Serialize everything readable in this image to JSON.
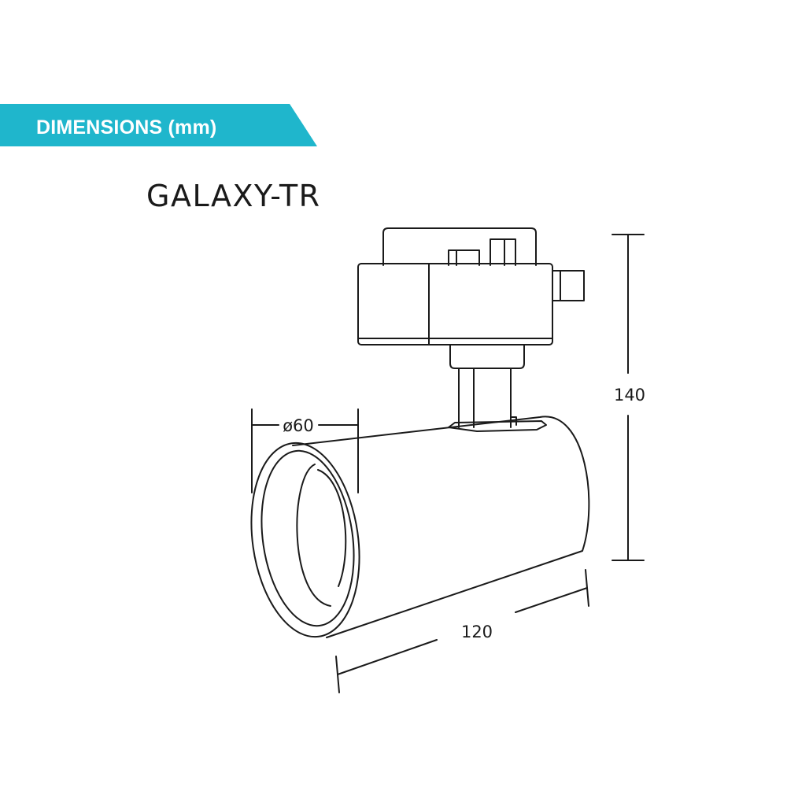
{
  "header": {
    "banner_label": "DIMENSIONS (mm)",
    "banner_color": "#1fb6cc"
  },
  "product": {
    "model": "GALAXY-TR"
  },
  "dimensions": {
    "diameter_label": "ø60",
    "height_label": "140",
    "length_label": "120"
  },
  "colors": {
    "line": "#1a1a1a",
    "background": "#ffffff"
  }
}
